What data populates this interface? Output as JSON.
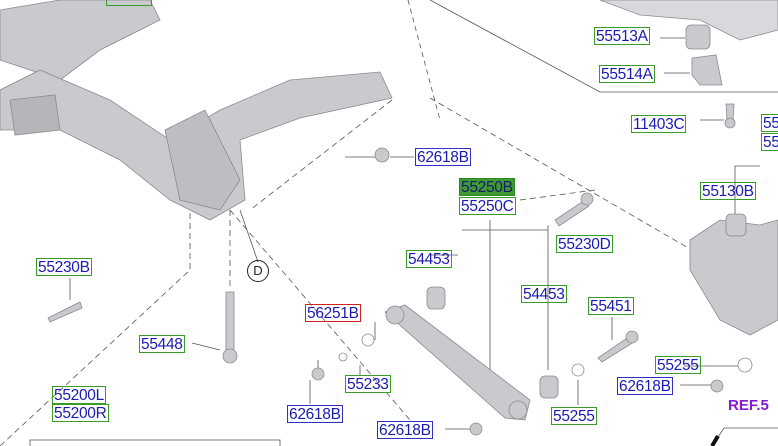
{
  "labels": {
    "p55513A": "55513A",
    "p55514A": "55514A",
    "p11403C": "11403C",
    "p55_top1": "55",
    "p55_top2": "55",
    "p55130B": "55130B",
    "p62618B_a": "62618B",
    "p55250B": "55250B",
    "p55250C": "55250C",
    "p55230D": "55230D",
    "p54453_a": "54453",
    "p54453_b": "54453",
    "p55451": "55451",
    "p55255_a": "55255",
    "p62618B_b": "62618B",
    "p56251B": "56251B",
    "p55233": "55233",
    "p62618B_c": "62618B",
    "p62618B_d": "62618B",
    "p55255_b": "55255",
    "p55230B": "55230B",
    "p55448": "55448",
    "p55200L": "55200L",
    "p55200R": "55200R"
  },
  "ref_label": "REF.5",
  "detail_marker": "D",
  "colors": {
    "label_text": "#1a1ab4",
    "green_border": "#3a9a2a",
    "blue_border": "#3030c8",
    "red_border": "#d02020",
    "ref": "#8a1ad0",
    "part_gray": "#c8c9cc"
  }
}
